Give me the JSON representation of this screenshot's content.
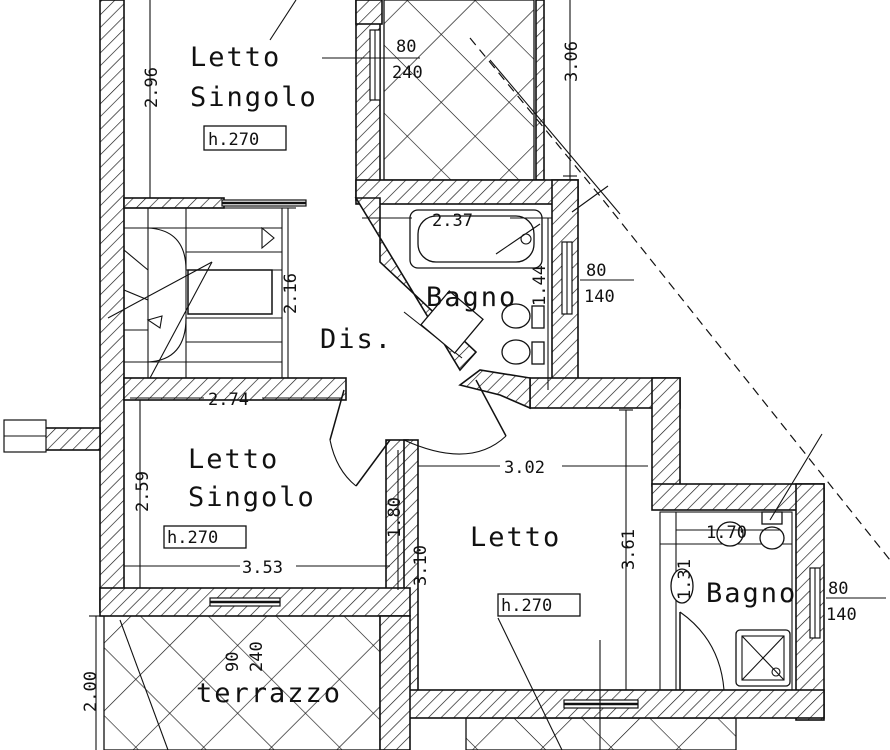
{
  "rooms": {
    "letto_top": {
      "line1": "Letto",
      "line2": "Singolo",
      "height": "h.270"
    },
    "letto_left": {
      "line1": "Letto",
      "line2": "Singolo",
      "height": "h.270"
    },
    "letto_right": {
      "line1": "Letto",
      "height": "h.270"
    },
    "dis": "Dis.",
    "bagno_top": "Bagno",
    "bagno_right": "Bagno",
    "terrazzo": "terrazzo"
  },
  "dimensions": {
    "d_2_96": "2.96",
    "d_3_06": "3.06",
    "d_2_37": "2.37",
    "d_2_16": "2.16",
    "d_1_44": "1.44",
    "d_2_74": "2.74",
    "d_2_59": "2.59",
    "d_3_53": "3.53",
    "d_1_80": "1.80",
    "d_3_10": "3.10",
    "d_3_02": "3.02",
    "d_3_61": "3.61",
    "d_1_70": "1.70",
    "d_2_00": "2.00",
    "d_1_31": "1.31"
  },
  "openings": {
    "w_top_a": "80",
    "w_top_b": "240",
    "w_bagno_a": "80",
    "w_bagno_b": "140",
    "w_right_a": "80",
    "w_right_b": "140",
    "w_terr_a": "90",
    "w_terr_b": "240"
  }
}
